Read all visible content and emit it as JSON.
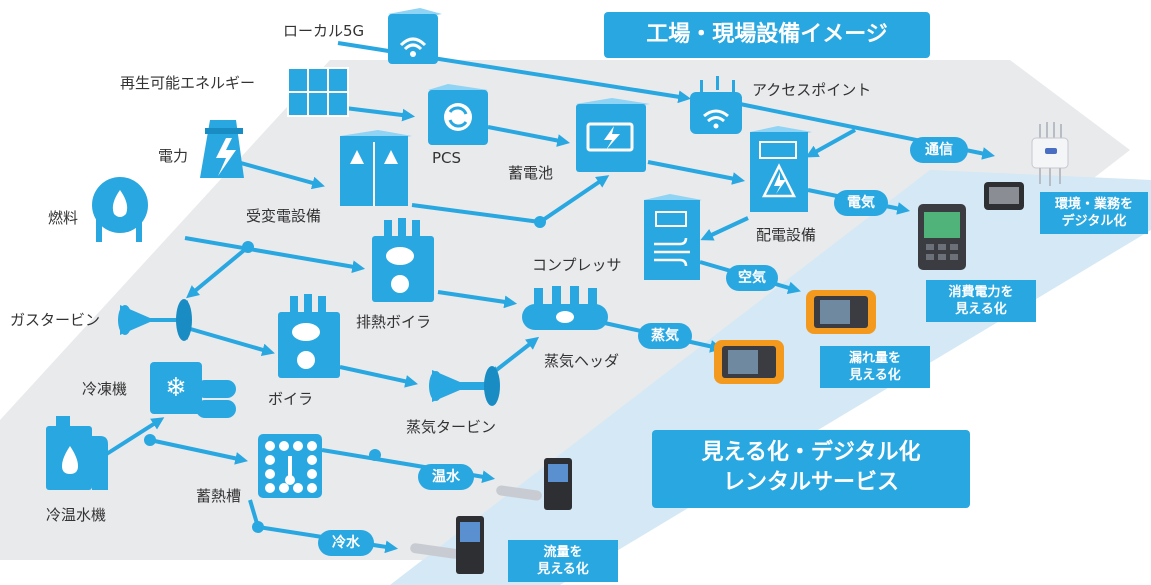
{
  "title_top": "工場・現場設備イメージ",
  "title_bottom": [
    "見える化・デジタル化",
    "レンタルサービス"
  ],
  "equipment": {
    "local5g": "ローカル5G",
    "renewable": "再生可能エネルギー",
    "power": "電力",
    "fuel": "燃料",
    "pcs": "PCS",
    "substation": "受変電設備",
    "battery": "蓄電池",
    "access_point": "アクセスポイント",
    "distribution": "配電設備",
    "compressor": "コンプレッサ",
    "waste_boiler": "排熱ボイラ",
    "gas_turbine": "ガスタービン",
    "boiler": "ボイラ",
    "steam_header": "蒸気ヘッダ",
    "refrigerator": "冷凍機",
    "chiller_heater": "冷温水機",
    "heat_tank": "蓄熱槽",
    "steam_turbine": "蒸気タービン"
  },
  "flows": {
    "comm": "通信",
    "electric": "電気",
    "air": "空気",
    "steam": "蒸気",
    "hot_water": "温水",
    "cold_water": "冷水"
  },
  "info": {
    "environment": [
      "環境・業務を",
      "デジタル化"
    ],
    "power_consumption": [
      "消費電力を",
      "見える化"
    ],
    "leak": [
      "漏れ量を",
      "見える化"
    ],
    "flow_rate": [
      "流量を",
      "見える化"
    ]
  },
  "colors": {
    "accent": "#29a7e1",
    "accent_light": "#6cc6f0",
    "floor": "#e9eaec",
    "band": "#cfe6f5"
  }
}
